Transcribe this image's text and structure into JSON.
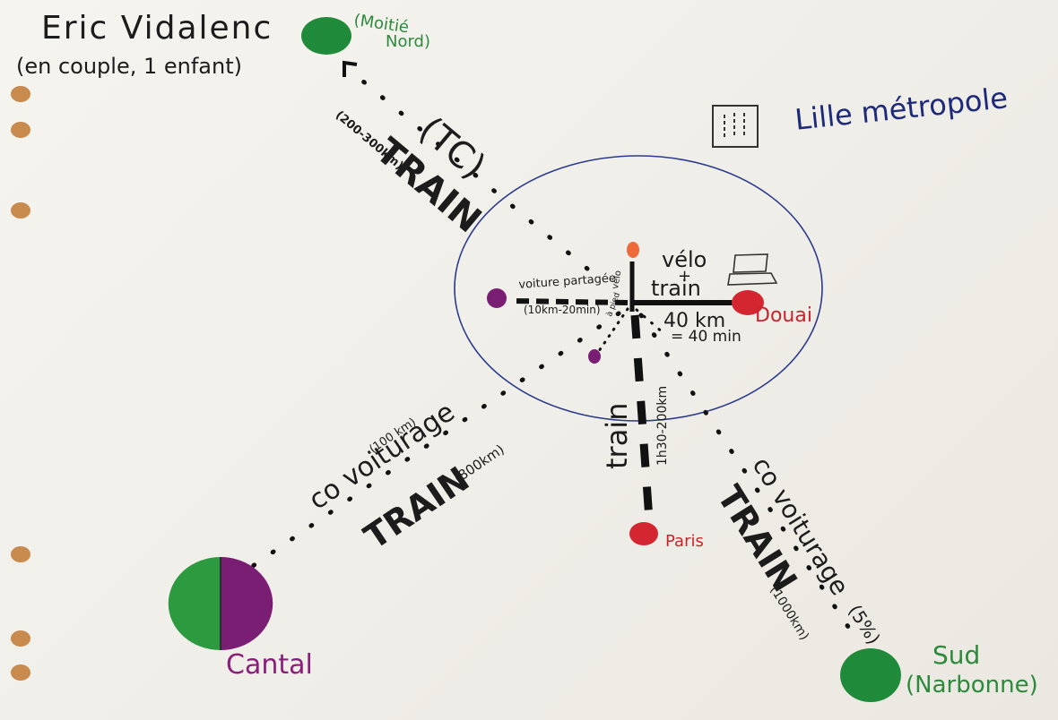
{
  "title": {
    "name": "Eric Vidalenc",
    "household": "(en couple, 1 enfant)"
  },
  "area": {
    "label": "Lille métropole"
  },
  "center": {
    "mode_label": "vélo + train",
    "mode_line1": "vélo",
    "mode_plus": "+",
    "mode_line2": "train",
    "small_velo": "vélo",
    "small_pied": "à pied",
    "car_share": "voiture partagée",
    "car_share_dist": "(10km-20min)",
    "douai_dist": "40 km",
    "douai_time": "= 40 min"
  },
  "destinations": {
    "north": {
      "line1": "(Moitié",
      "line2": "Nord)",
      "color": "#1f8a3a"
    },
    "douai": {
      "label": "Douai",
      "color": "#d42630"
    },
    "paris": {
      "label": "Paris",
      "color": "#d42630"
    },
    "cantal": {
      "label": "Cantal",
      "color_left": "#2c9a3f",
      "color_right": "#7a1e74"
    },
    "south": {
      "line1": "Sud",
      "line2": "(Narbonne)",
      "color": "#1f8a3a"
    },
    "purple_left": {
      "color": "#7a1e74"
    }
  },
  "routes": {
    "north": {
      "tc": "(TC)",
      "dist": "(200-300km)",
      "mode": "TRAIN"
    },
    "paris": {
      "mode": "train",
      "dist": "1h30-200km"
    },
    "southwest": {
      "mode1": "co voiturage",
      "mode1_dist": "(100 km)",
      "mode2": "TRAIN",
      "mode2_dist": "(800km)"
    },
    "southeast": {
      "mode1": "co voiturage",
      "mode1_pct": "(5%)",
      "mode2": "TRAIN",
      "mode2_dist": "(1000km)"
    }
  },
  "icons": [
    "building-icon",
    "laptop-icon"
  ]
}
